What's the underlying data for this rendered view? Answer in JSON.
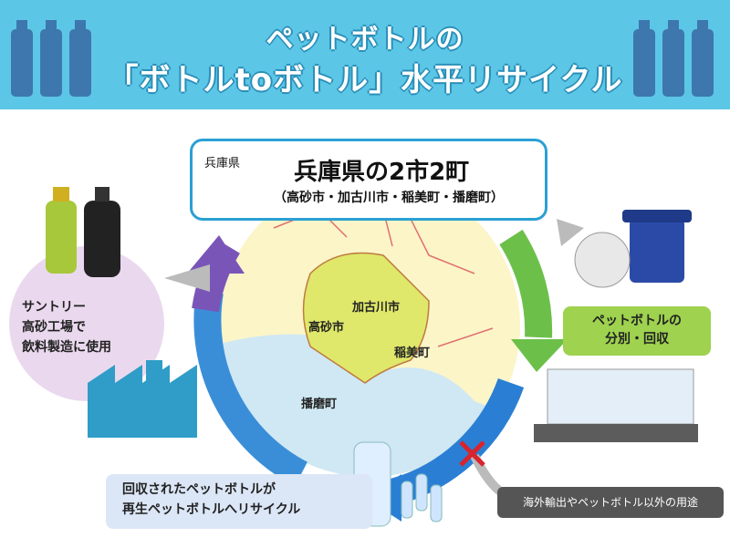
{
  "header": {
    "title_line1": "ペットボトルの",
    "title_line2": "「ボトルtoボトル」水平リサイクル"
  },
  "region": {
    "prefecture_label": "兵庫県",
    "title": "兵庫県の2市2町",
    "subtitle": "（高砂市・加古川市・稲美町・播磨町）"
  },
  "map": {
    "cities": [
      "加古川市",
      "高砂市",
      "稲美町",
      "播磨町"
    ]
  },
  "steps": {
    "sort_collect": [
      "ペットボトルの",
      "分別・回収"
    ],
    "recycle": [
      "回収されたペットボトルが",
      "再生ペットボトルへリサイクル"
    ],
    "factory": [
      "サントリー",
      "高砂工場で",
      "飲料製造に使用"
    ],
    "export": "海外輸出やペットボトル以外の用途"
  },
  "colors": {
    "header_bg": "#5cc6e6",
    "arrow_green": "#6cc04a",
    "arrow_blue": "#2a7fd4",
    "arrow_purple": "#7a55b8",
    "map_land": "#fbf5c8",
    "map_sea": "#cfe8f4",
    "cities_fill": "#dfe86a"
  }
}
